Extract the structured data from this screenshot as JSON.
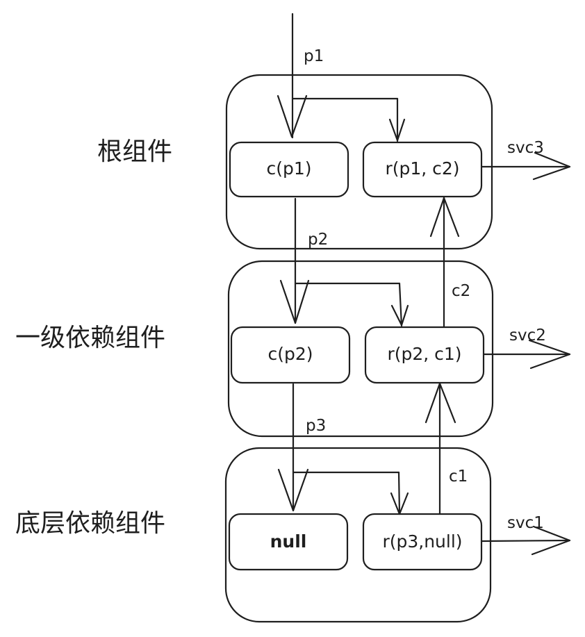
{
  "diagram": {
    "type": "component-dependency-flow",
    "layers": [
      {
        "label": "根组件",
        "left_node": "c(p1)",
        "right_node": "r(p1, c2)",
        "output_label": "svc3",
        "input_label": "p1"
      },
      {
        "label": "一级依赖组件",
        "left_node": "c(p2)",
        "right_node": "r(p2, c1)",
        "output_label": "svc2",
        "input_label": "p2"
      },
      {
        "label": "底层依赖组件",
        "left_node": "null",
        "right_node": "r(p3,null)",
        "output_label": "svc1",
        "input_label": "p3"
      }
    ],
    "upward_labels": {
      "c2": "c2",
      "c1": "c1"
    },
    "colors": {
      "stroke": "#1e1e1e",
      "background": "#ffffff"
    }
  }
}
